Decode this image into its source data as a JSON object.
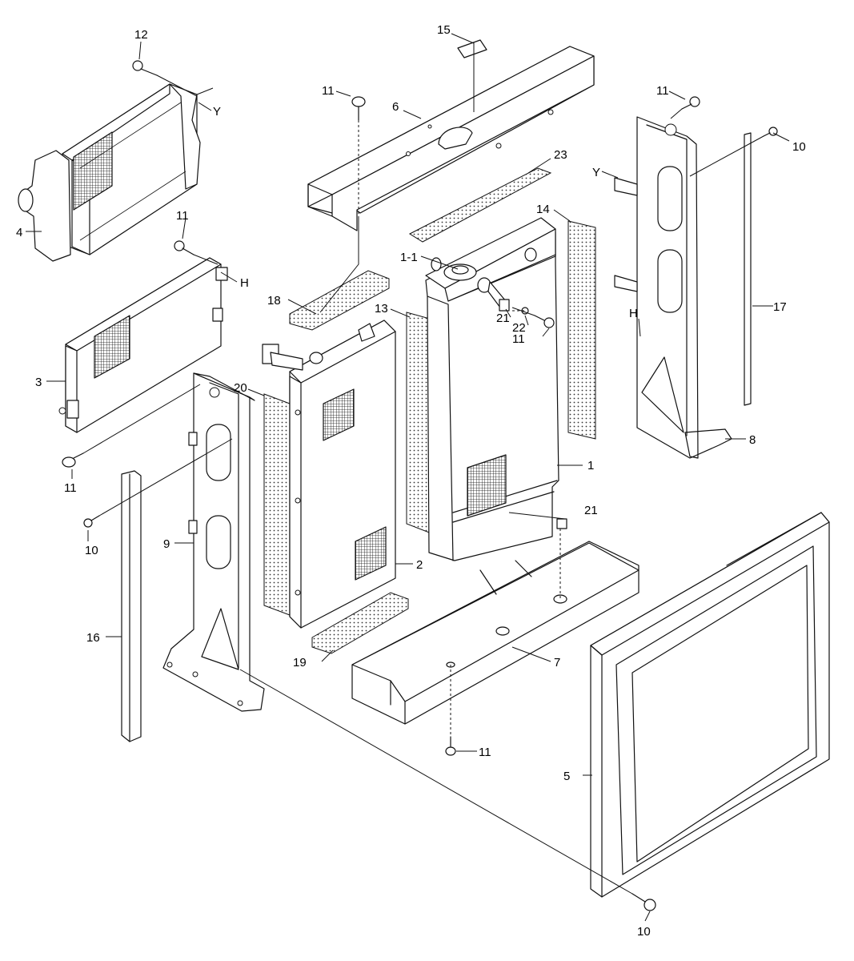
{
  "callouts": {
    "c1": "1",
    "c1_1": "1-1",
    "c2": "2",
    "c3": "3",
    "c4": "4",
    "c5": "5",
    "c6": "6",
    "c7": "7",
    "c8": "8",
    "c9": "9",
    "c10_right": "10",
    "c10_left": "10",
    "c10_bottom": "10",
    "c11_top": "11",
    "c11_topright": "11",
    "c11_mid": "11",
    "c11_left": "11",
    "c11_right": "11",
    "c11_bottom": "11",
    "c12": "12",
    "c13": "13",
    "c14": "14",
    "c15": "15",
    "c16": "16",
    "c17": "17",
    "c18": "18",
    "c19": "19",
    "c20": "20",
    "c21_top": "21",
    "c21_bottom": "21",
    "c22": "22",
    "c23": "23",
    "cY_left": "Y",
    "cY_right": "Y",
    "cH_left": "H",
    "cH_right": "H"
  }
}
